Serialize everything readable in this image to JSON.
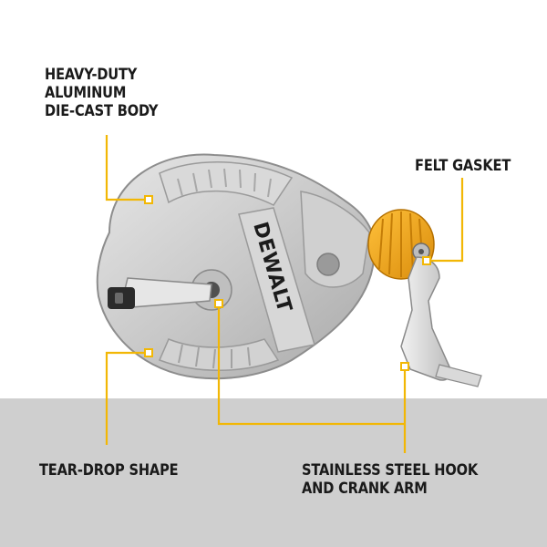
{
  "image": {
    "brand_mark": "DEWALT",
    "colors": {
      "background": "#ffffff",
      "floor": "#cfcfcf",
      "body_aluminum": "#c8c8c8",
      "gasket_orange": "#f5a623",
      "callout_yellow": "#f2b705",
      "text": "#1a1a1a"
    }
  },
  "callouts": {
    "body": {
      "lines": [
        "HEAVY-DUTY",
        "ALUMINUM",
        "DIE-CAST BODY"
      ]
    },
    "felt_gasket": {
      "lines": [
        "FELT GASKET"
      ]
    },
    "tear_drop": {
      "lines": [
        "TEAR-DROP SHAPE"
      ]
    },
    "hook": {
      "lines": [
        "STAINLESS STEEL HOOK",
        "AND CRANK ARM"
      ]
    }
  }
}
